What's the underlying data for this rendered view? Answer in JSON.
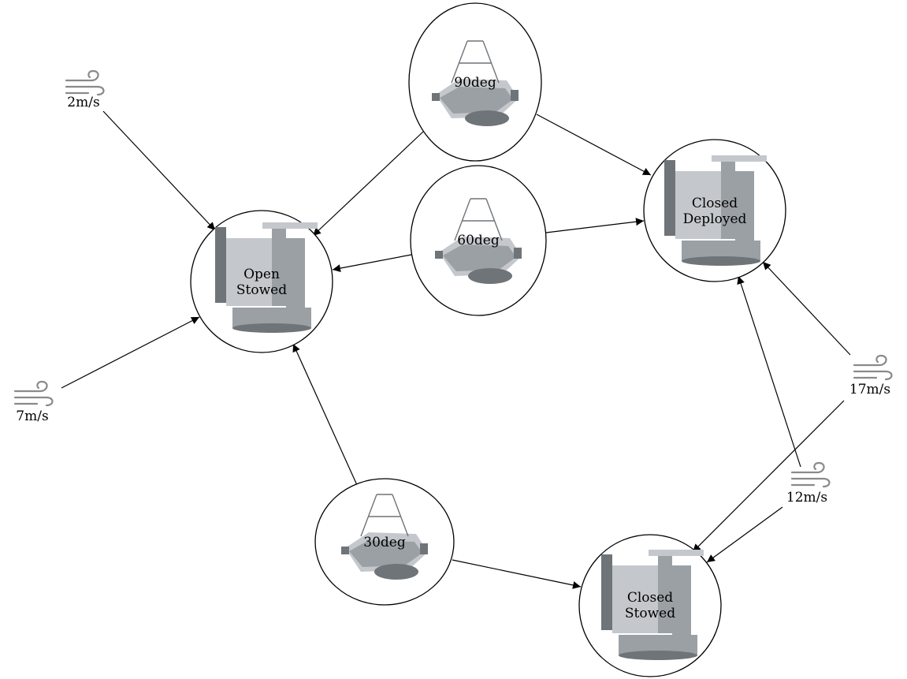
{
  "nodes": {
    "open_stowed": {
      "line1": "Open",
      "line2": "Stowed"
    },
    "closed_deployed": {
      "line1": "Closed",
      "line2": "Deployed"
    },
    "closed_stowed": {
      "line1": "Closed",
      "line2": "Stowed"
    },
    "deg90": {
      "label": "90deg"
    },
    "deg60": {
      "label": "60deg"
    },
    "deg30": {
      "label": "30deg"
    }
  },
  "wind": {
    "w2": {
      "label": "2m/s",
      "icon": "wind-icon"
    },
    "w7": {
      "label": "7m/s",
      "icon": "wind-icon"
    },
    "w12": {
      "label": "12m/s",
      "icon": "wind-icon"
    },
    "w17": {
      "label": "17m/s",
      "icon": "wind-icon"
    }
  },
  "edges": [
    {
      "from": "deg90",
      "to": "open_stowed"
    },
    {
      "from": "deg90",
      "to": "closed_deployed"
    },
    {
      "from": "deg60",
      "to": "open_stowed"
    },
    {
      "from": "deg60",
      "to": "closed_deployed"
    },
    {
      "from": "deg30",
      "to": "open_stowed"
    },
    {
      "from": "deg30",
      "to": "closed_stowed"
    },
    {
      "from": "w2",
      "to": "open_stowed"
    },
    {
      "from": "w7",
      "to": "open_stowed"
    },
    {
      "from": "w12",
      "to": "closed_deployed"
    },
    {
      "from": "w12",
      "to": "closed_stowed"
    },
    {
      "from": "w17",
      "to": "closed_deployed"
    },
    {
      "from": "w17",
      "to": "closed_stowed"
    }
  ]
}
